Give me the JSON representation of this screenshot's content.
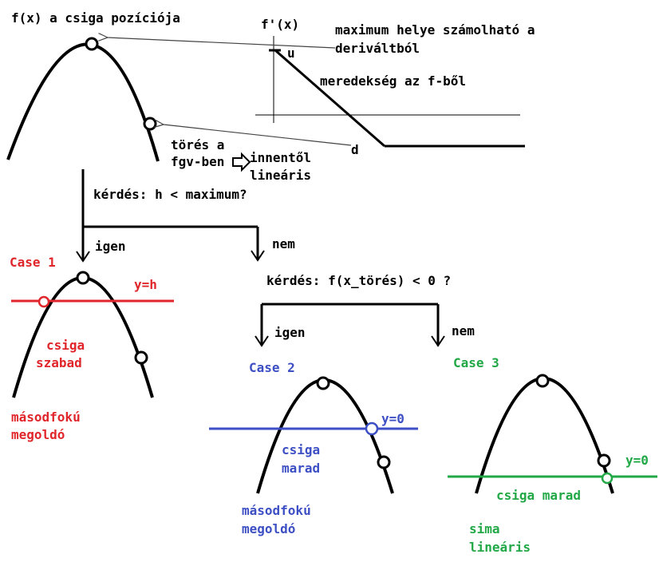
{
  "title": "f(x) a csiga pozíciója",
  "derivative": {
    "axis_label": "f'(x)",
    "u_label": "u",
    "d_label": "d",
    "max_note_line1": "maximum helye számolható a",
    "max_note_line2": "deriváltból",
    "slope_note": "meredekség az f-ből"
  },
  "break_note": {
    "line1": "törés a",
    "line2": "fgv-ben",
    "line3": "innentől",
    "line4": "lineáris"
  },
  "question1": "kérdés: h < maximum?",
  "question1_yes": "igen",
  "question1_no": "nem",
  "question2": "kérdés: f(x_törés) < 0 ?",
  "question2_yes": "igen",
  "question2_no": "nem",
  "case1": {
    "title": "Case 1",
    "line_label": "y=h",
    "desc1": "csiga",
    "desc2": "szabad",
    "solver1": "másodfokú",
    "solver2": "megoldó"
  },
  "case2": {
    "title": "Case 2",
    "line_label": "y=0",
    "desc1": "csiga",
    "desc2": "marad",
    "solver1": "másodfokú",
    "solver2": "megoldó"
  },
  "case3": {
    "title": "Case 3",
    "line_label": "y=0",
    "desc": "csiga marad",
    "solver1": "sima",
    "solver2": "lineáris"
  },
  "colors": {
    "ink": "#000000",
    "case1": "#e0262b",
    "case2": "#3d4fc4",
    "case3": "#22a846",
    "guide": "#444444"
  }
}
